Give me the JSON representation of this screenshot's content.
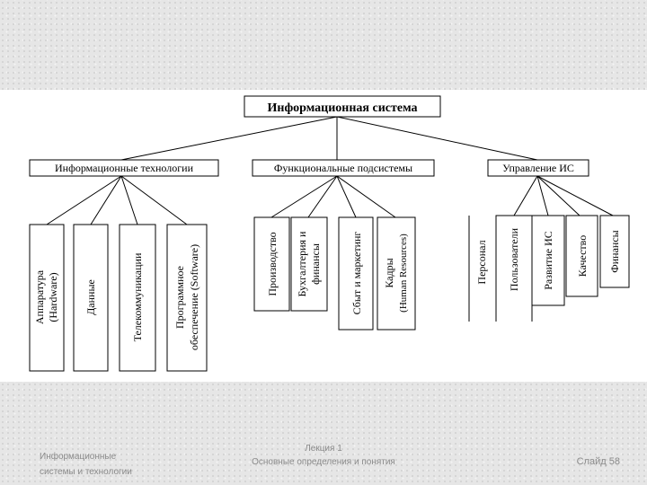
{
  "diagram": {
    "root": "Информационная система",
    "groups": [
      {
        "title": "Информационные технологии",
        "items": [
          "Аппаратура",
          "(Hardware)",
          "Данные",
          "Телекоммуникации",
          "Программное",
          "обеспечение (Software)"
        ]
      },
      {
        "title": "Функциональные подсистемы",
        "items": [
          "Производство",
          "Бухгалтерия и",
          "финансы",
          "Сбыт и маркетинг",
          "Кадры",
          "(Human Resources)"
        ]
      },
      {
        "title": "Управление ИС",
        "items": [
          "Персонал",
          "Пользователи",
          "Развитие ИС",
          "Качество",
          "Финансы"
        ]
      }
    ]
  },
  "footer": {
    "left_line1": "Информационные",
    "left_line2": "системы и технологии",
    "center_line1": "Лекция 1",
    "center_line2": "Основные определения и понятия",
    "slide": "Слайд 58"
  }
}
